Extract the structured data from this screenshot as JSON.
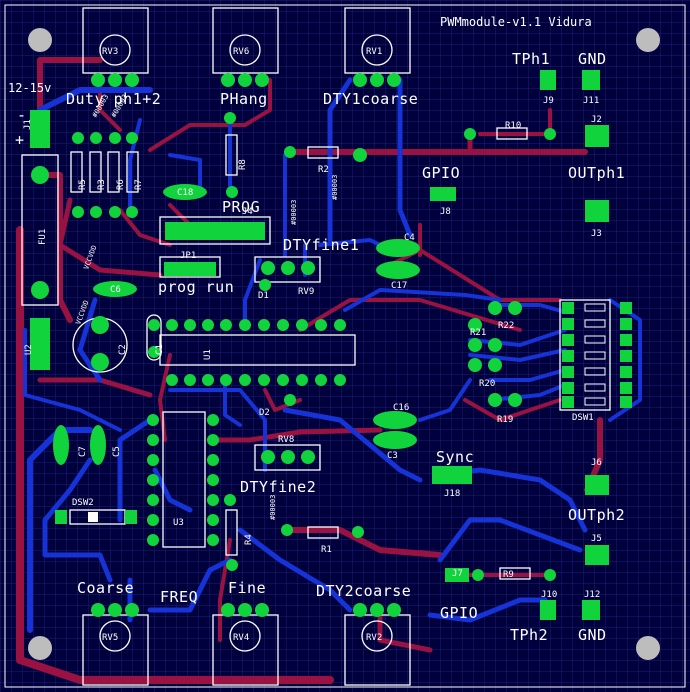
{
  "board": {
    "title": "PWMmodule-v1.1 Vidura",
    "colors": {
      "background": "#00003c",
      "grid": "#2a2a8a",
      "top_copper": "#9a1242",
      "bottom_copper": "#1533d6",
      "pad": "#11d33b",
      "silkscreen": "#ffffff",
      "mounting_hole": "#bdbdbd"
    }
  },
  "labels": {
    "supply": "12-15v",
    "minus": "-",
    "plus": "+",
    "duty": "Duty ph1+2",
    "phang": "PHang",
    "dty1coarse": "DTY1coarse",
    "tph1": "TPh1",
    "gnd_top": "GND",
    "gpio_top": "GPIO",
    "outph1": "OUTph1",
    "prog": "PROG",
    "dtyfine1": "DTYfine1",
    "prog_run": "prog run",
    "sync": "Sync",
    "dtyfine2": "DTYfine2",
    "outph2": "OUTph2",
    "coarse": "Coarse",
    "freq": "FREQ",
    "fine": "Fine",
    "dty2coarse": "DTY2coarse",
    "gpio_bottom": "GPIO",
    "tph2": "TPh2",
    "gnd_bottom": "GND",
    "vccvdd_1": "VCCVDD",
    "vccvdd_2": "VCCVDD",
    "code_1": "#00003",
    "code_2": "#00003",
    "code_3": "#00003",
    "code_4": "#00003",
    "code_5": "#00003"
  },
  "refdes": {
    "rv3": "RV3",
    "rv6": "RV6",
    "rv1": "RV1",
    "rv5": "RV5",
    "rv4": "RV4",
    "rv2": "RV2",
    "rv9": "RV9",
    "rv8": "RV8",
    "j1": "J1",
    "j2": "J2",
    "j3": "J3",
    "j4": "J4",
    "j5": "J5",
    "j6": "J6",
    "j7": "J7",
    "j8": "J8",
    "j9": "J9",
    "j10": "J10",
    "j11": "J11",
    "j12": "J12",
    "j18": "J18",
    "jp1": "JP1",
    "r1": "R1",
    "r2": "R2",
    "r3": "R3",
    "r4": "R4",
    "r5": "R5",
    "r6": "R6",
    "r7": "R7",
    "r8": "R8",
    "r9": "R9",
    "r10": "R10",
    "r19": "R19",
    "r20": "R20",
    "r21": "R21",
    "r22": "R22",
    "c1": "C1",
    "c2": "C2",
    "c3": "C3",
    "c4": "C4",
    "c5": "C5",
    "c6": "C6",
    "c7": "C7",
    "c16": "C16",
    "c17": "C17",
    "c18": "C18",
    "d1": "D1",
    "d2": "D2",
    "u1": "U1",
    "u2": "U2",
    "u3": "U3",
    "fu1": "FU1",
    "dsw1": "DSW1",
    "dsw2": "DSW2"
  }
}
